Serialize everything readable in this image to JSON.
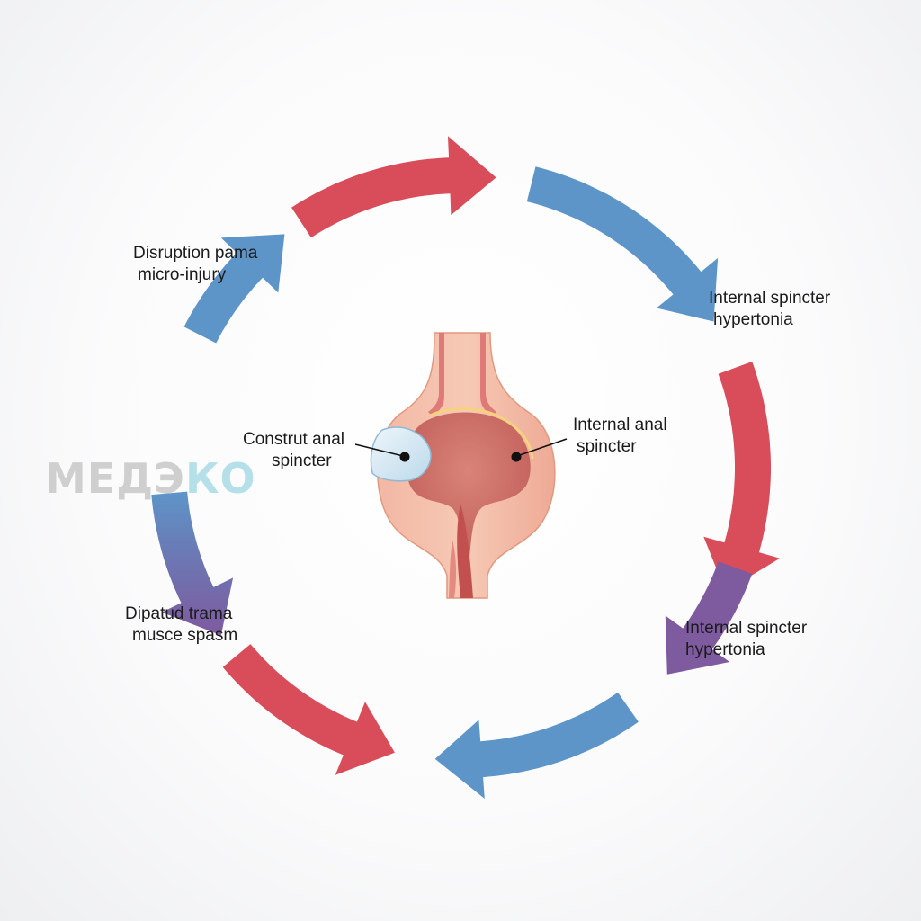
{
  "watermark": {
    "part1": "МЕДЭ",
    "part2": "КО"
  },
  "labels": {
    "top_left": {
      "line1": "Disruption pama",
      "line2": "micro-injury"
    },
    "right_upper": {
      "line1": "Internal spincter",
      "line2": "hypertonia"
    },
    "right_lower": {
      "line1": "Internal spincter",
      "line2": "hypertonia"
    },
    "bottom_left": {
      "line1": "Dipatud trama",
      "line2": "musce spasm"
    },
    "center_left": {
      "line1": "Construt anal",
      "line2": "spincter"
    },
    "center_right": {
      "line1": "Internal anal",
      "line2": "spincter"
    }
  },
  "colors": {
    "red": "#d94c5a",
    "blue": "#5d95c8",
    "purple": "#7e5a9f",
    "tissue": "#eeaa95",
    "lumen": "#c86a62"
  }
}
